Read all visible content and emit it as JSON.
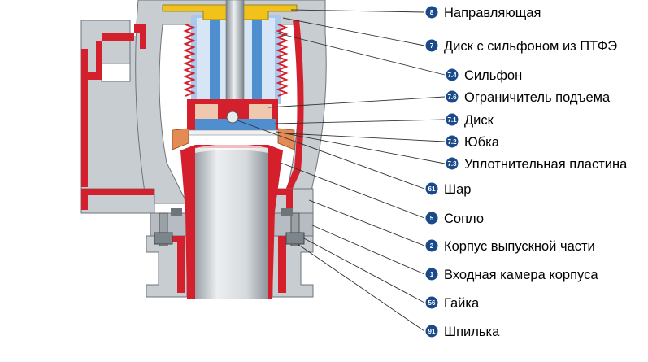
{
  "callouts": [
    {
      "num": "8",
      "label": "Направляющая"
    },
    {
      "num": "7",
      "label": "Диск с сильфоном из ПТФЭ"
    },
    {
      "num": "7.4",
      "label": "Сильфон"
    },
    {
      "num": "7.6",
      "label": "Ограничитель подъема"
    },
    {
      "num": "7.1",
      "label": "Диск"
    },
    {
      "num": "7.2",
      "label": "Юбка"
    },
    {
      "num": "7.3",
      "label": "Уплотнительная пластина"
    },
    {
      "num": "61",
      "label": "Шар"
    },
    {
      "num": "5",
      "label": "Сопло"
    },
    {
      "num": "2",
      "label": "Корпус выпускной части"
    },
    {
      "num": "1",
      "label": "Входная камера корпуса"
    },
    {
      "num": "56",
      "label": "Гайка"
    },
    {
      "num": "91",
      "label": "Шпилька"
    }
  ],
  "colors": {
    "metal": "#c8cdd2",
    "metal_dark": "#8f969c",
    "lining_red": "#d4202c",
    "ptfe_blue": "#4f8fd0",
    "bellows_light": "#a9c8ec",
    "guide_yellow": "#f2c21b",
    "skirt_orange": "#e48a55",
    "badge_blue": "#1a4a8a",
    "leader": "#333333"
  }
}
